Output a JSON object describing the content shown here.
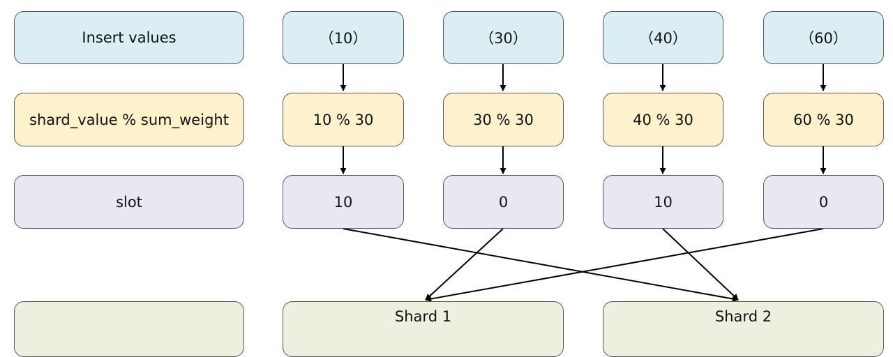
{
  "row_labels": {
    "insert": "Insert values",
    "mod": "shard_value % sum_weight",
    "slot": "slot",
    "shard": ""
  },
  "inserts": [
    "（10）",
    "（30）",
    "（40）",
    "（60）"
  ],
  "mods": [
    "10 % 30",
    "30 % 30",
    "40 % 30",
    "60 % 30"
  ],
  "slots": [
    "10",
    "0",
    "10",
    "0"
  ],
  "shards": [
    "Shard 1",
    "Shard 2"
  ]
}
